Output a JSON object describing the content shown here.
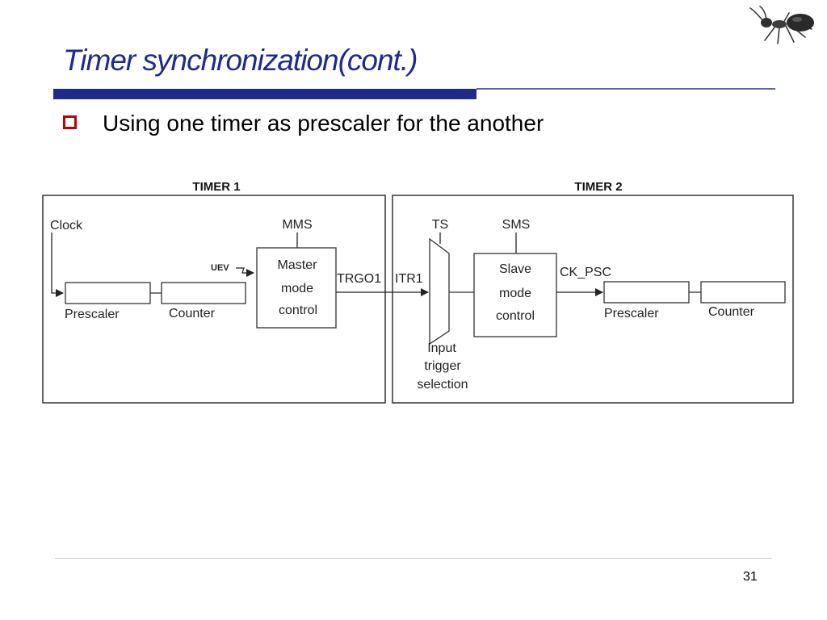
{
  "slide": {
    "title": "Timer synchronization(cont.)",
    "bullet": "Using one timer as prescaler for the another",
    "page_number": "31"
  },
  "diagram": {
    "timer1": {
      "header": "TIMER 1",
      "clock": "Clock",
      "mms": "MMS",
      "uev": "UEV",
      "master": [
        "Master",
        "mode",
        "control"
      ],
      "prescaler": "Prescaler",
      "counter": "Counter",
      "trgo": "TRGO1"
    },
    "timer2": {
      "header": "TIMER 2",
      "itr": "ITR1",
      "ts": "TS",
      "sms": "SMS",
      "slave": [
        "Slave",
        "mode",
        "control"
      ],
      "ck_psc": "CK_PSC",
      "input_trigger": [
        "Input",
        "trigger",
        "selection"
      ],
      "prescaler": "Prescaler",
      "counter": "Counter"
    }
  },
  "colors": {
    "title": "#1f2a8a",
    "rule": "#1f2a8a",
    "bullet": "#c00000",
    "diagram_line": "#333333"
  },
  "icons": {
    "logo": "ant-icon",
    "bullet": "hollow-square-bullet-icon"
  }
}
